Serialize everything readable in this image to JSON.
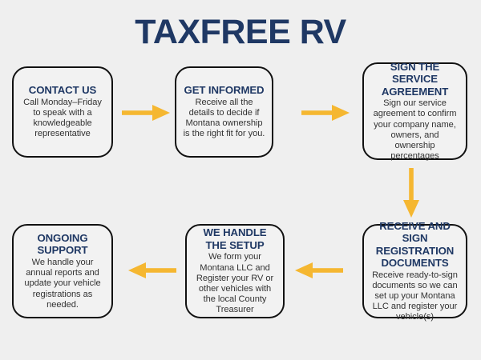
{
  "page": {
    "title": "TAXFREE RV",
    "background_color": "#efefef",
    "brand_navy": "#1f3864",
    "arrow_color": "#f5b731",
    "body_text_color": "#333333",
    "box_border_color": "#111111",
    "box_fill_color": "#f2f2f2"
  },
  "flow": {
    "type": "process-flowchart",
    "direction": "left-to-right then right-to-left (serpentine)",
    "steps": [
      {
        "id": "contact-us",
        "order": 1,
        "heading": "CONTACT US",
        "body": "Call Monday–Friday to speak with a knowledgeable representative"
      },
      {
        "id": "get-informed",
        "order": 2,
        "heading": "GET INFORMED",
        "body": "Receive all the details to decide if Montana ownership is the right fit for you."
      },
      {
        "id": "sign-agreement",
        "order": 3,
        "heading": "SIGN THE SERVICE AGREEMENT",
        "body": "Sign our service agreement to confirm your company name, owners, and ownership percentages"
      },
      {
        "id": "receive-sign",
        "order": 4,
        "heading": "RECEIVE AND SIGN REGISTRATION DOCUMENTS",
        "body": "Receive ready-to-sign documents so we can set up your Montana LLC and register your vehicle(s)"
      },
      {
        "id": "handle-setup",
        "order": 5,
        "heading": "WE HANDLE THE SETUP",
        "body": "We form your Montana LLC and Register your RV or other vehicles with the local County Treasurer"
      },
      {
        "id": "ongoing-support",
        "order": 6,
        "heading": "ONGOING SUPPORT",
        "body": "We handle your annual reports and update your vehicle registrations as needed."
      }
    ],
    "connectors": [
      {
        "id": "arrow-1",
        "from": "contact-us",
        "to": "get-informed",
        "direction": "right"
      },
      {
        "id": "arrow-2",
        "from": "get-informed",
        "to": "sign-agreement",
        "direction": "right"
      },
      {
        "id": "arrow-3",
        "from": "sign-agreement",
        "to": "receive-sign",
        "direction": "down"
      },
      {
        "id": "arrow-4",
        "from": "receive-sign",
        "to": "handle-setup",
        "direction": "left"
      },
      {
        "id": "arrow-5",
        "from": "handle-setup",
        "to": "ongoing-support",
        "direction": "left"
      }
    ]
  }
}
